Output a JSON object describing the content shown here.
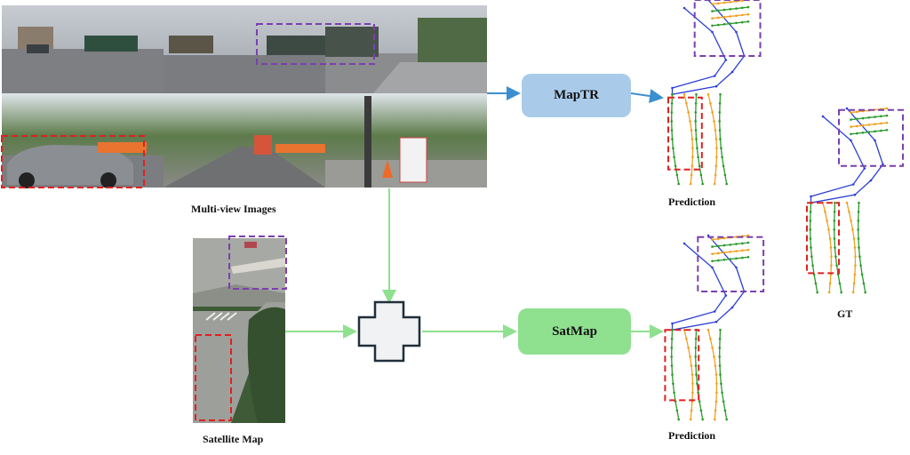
{
  "labels": {
    "multiview": "Multi-view Images",
    "satellite": "Satellite Map",
    "prediction_top": "Prediction",
    "prediction_bottom": "Prediction",
    "gt": "GT",
    "maptr": "MapTR",
    "satmap": "SatMap"
  },
  "colors": {
    "maptr_box": "#a9cbe9",
    "satmap_box": "#8fe08f",
    "arrow_blue": "#3b8fd0",
    "arrow_green": "#8fe08f",
    "highlight_purple": "#7a3fb0",
    "highlight_red": "#e02020",
    "lane_boundary": "#2b9a2b",
    "lane_divider": "#f0a020",
    "ped_crossing": "#2a3fd6"
  },
  "panels": {
    "camera_views": [
      "front-left",
      "front",
      "front-right",
      "back-left",
      "back",
      "back-right"
    ],
    "fusion_symbol": "plus-icon"
  }
}
